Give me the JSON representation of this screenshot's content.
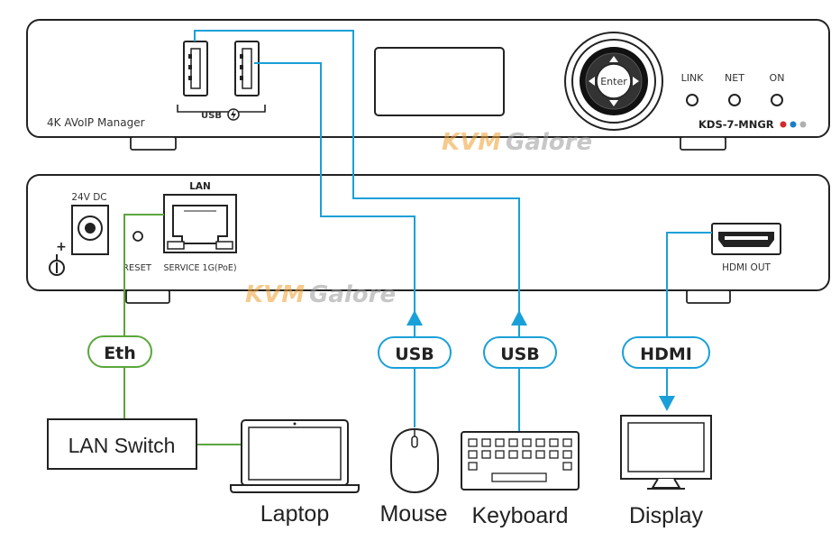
{
  "colors": {
    "outline": "#222222",
    "usb": "#1aa0d8",
    "eth": "#5aa63c",
    "port_red": "#d12b2b",
    "port_blue": "#1a7fc8",
    "port_grey": "#b0b0b0",
    "watermark_orange": "#f0a030",
    "watermark_grey": "#9a9a9a"
  },
  "front_panel": {
    "model_name": "4K AVoIP Manager",
    "usb_label": "USB",
    "usb_icon": "power-bolt-icon",
    "enter_label": "Enter",
    "leds": [
      "LINK",
      "NET",
      "ON"
    ],
    "model_id": "KDS-7-MNGR"
  },
  "rear_panel": {
    "power_label": "24V DC",
    "power_polarity": "+",
    "reset_label": "RESET",
    "lan_label": "LAN",
    "lan_service_label": "SERVICE 1G(PoE)",
    "hdmi_label": "HDMI OUT"
  },
  "watermark": {
    "part1": "KVM",
    "part2": "Galore"
  },
  "connections": {
    "eth": "Eth",
    "usb_mouse": "USB",
    "usb_keyboard": "USB",
    "hdmi": "HDMI"
  },
  "devices": {
    "lan_switch": "LAN Switch",
    "laptop": "Laptop",
    "mouse": "Mouse",
    "keyboard": "Keyboard",
    "display": "Display"
  }
}
